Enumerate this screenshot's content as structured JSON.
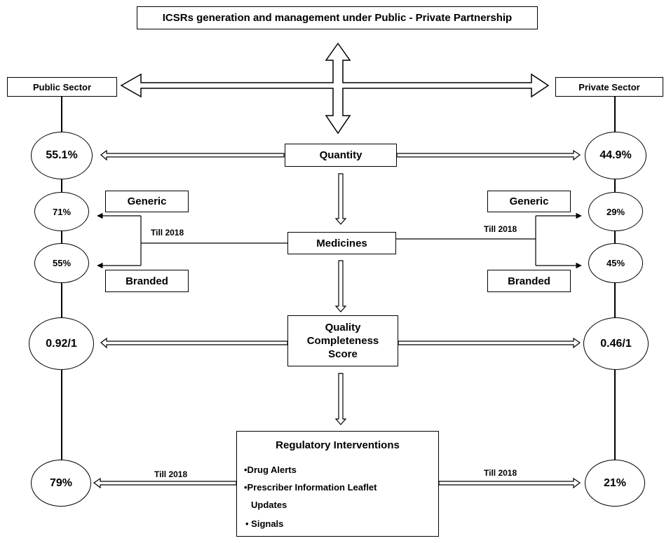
{
  "title": "ICSRs generation and management under Public - Private Partnership",
  "public_sector": {
    "label": "Public Sector",
    "quantity": "55.1%",
    "generic": "71%",
    "branded": "55%",
    "quality": "0.92/1",
    "regulatory": "79%"
  },
  "private_sector": {
    "label": "Private Sector",
    "quantity": "44.9%",
    "generic": "29%",
    "branded": "45%",
    "quality": "0.46/1",
    "regulatory": "21%"
  },
  "center": {
    "quantity": "Quantity",
    "medicines": "Medicines",
    "quality_line1": "Quality",
    "quality_line2": "Completeness",
    "quality_line3": "Score"
  },
  "tags": {
    "generic_left": "Generic",
    "branded_left": "Branded",
    "generic_right": "Generic",
    "branded_right": "Branded"
  },
  "labels": {
    "till_medicines_left": "Till 2018",
    "till_medicines_right": "Till 2018",
    "till_reg_left": "Till 2018",
    "till_reg_right": "Till 2018"
  },
  "regulatory": {
    "title": "Regulatory Interventions",
    "item1": "•Drug Alerts",
    "item2": "•Prescriber Information Leaflet",
    "item2b": "Updates",
    "item3": "• Signals"
  }
}
